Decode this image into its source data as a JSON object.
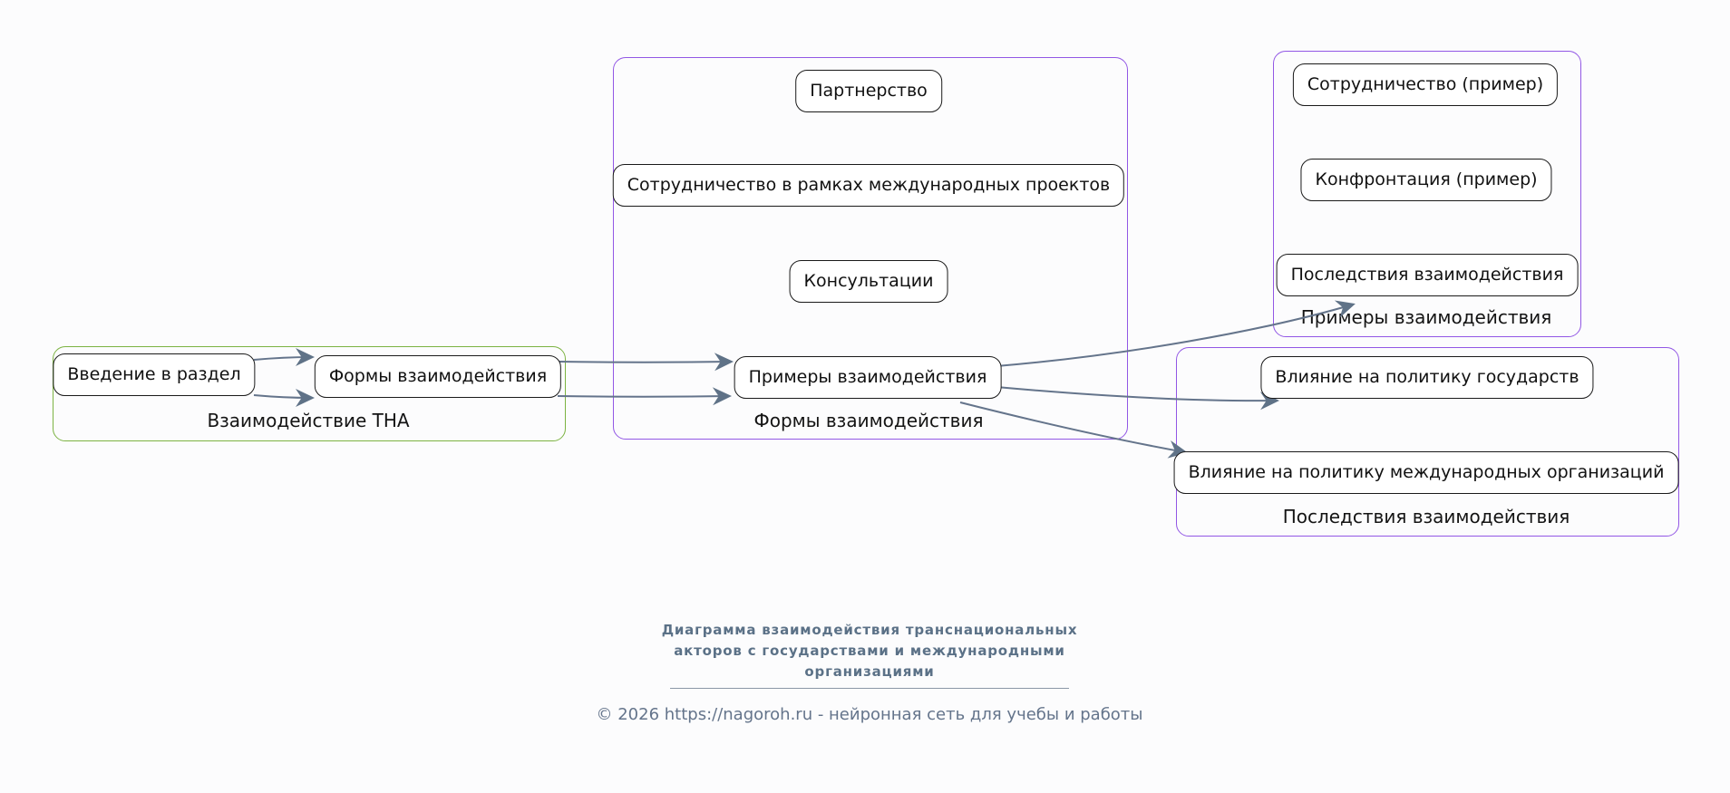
{
  "diagram": {
    "groups": [
      {
        "label": "Взаимодействие ТНА",
        "border_color": "#7cb342",
        "nodes": [
          {
            "label": "Введение в раздел"
          },
          {
            "label": "Формы взаимодействия"
          }
        ]
      },
      {
        "label": "Формы взаимодействия",
        "border_color": "#9257e5",
        "nodes": [
          {
            "label": "Партнерство"
          },
          {
            "label": "Сотрудничество в рамках международных проектов"
          },
          {
            "label": "Консультации"
          },
          {
            "label": "Примеры взаимодействия"
          }
        ]
      },
      {
        "label": "Примеры взаимодействия",
        "border_color": "#9257e5",
        "nodes": [
          {
            "label": "Сотрудничество (пример)"
          },
          {
            "label": "Конфронтация (пример)"
          },
          {
            "label": "Последствия взаимодействия"
          }
        ]
      },
      {
        "label": "Последствия взаимодействия",
        "border_color": "#9257e5",
        "nodes": [
          {
            "label": "Влияние на политику государств"
          },
          {
            "label": "Влияние на политику международных организаций"
          }
        ]
      }
    ],
    "edges": [
      {
        "from": "Введение в раздел",
        "to": "Формы взаимодействия"
      },
      {
        "from": "Введение в раздел",
        "to": "Формы взаимодействия"
      },
      {
        "from": "Формы взаимодействия",
        "to": "Примеры взаимодействия"
      },
      {
        "from": "Формы взаимодействия",
        "to": "Примеры взаимодействия"
      },
      {
        "from": "Примеры взаимодействия",
        "to": "Последствия взаимодействия"
      },
      {
        "from": "Примеры взаимодействия",
        "to": "Влияние на политику государств"
      },
      {
        "from": "Примеры взаимодействия",
        "to": "Влияние на политику международных организаций"
      }
    ],
    "colors": {
      "edge": "#64748b",
      "arrowhead": "#5f7287",
      "node_border": "#1a1a1a",
      "node_fill": "#ffffff",
      "group_green": "#7cb342",
      "group_purple": "#9257e5",
      "background": "#fcfcfd"
    }
  },
  "footer": {
    "title": "Диаграмма взаимодействия транснациональных акторов с государствами и международными организациями",
    "copyright": "© 2026 https://nagoroh.ru - нейронная сеть для учебы и работы"
  }
}
